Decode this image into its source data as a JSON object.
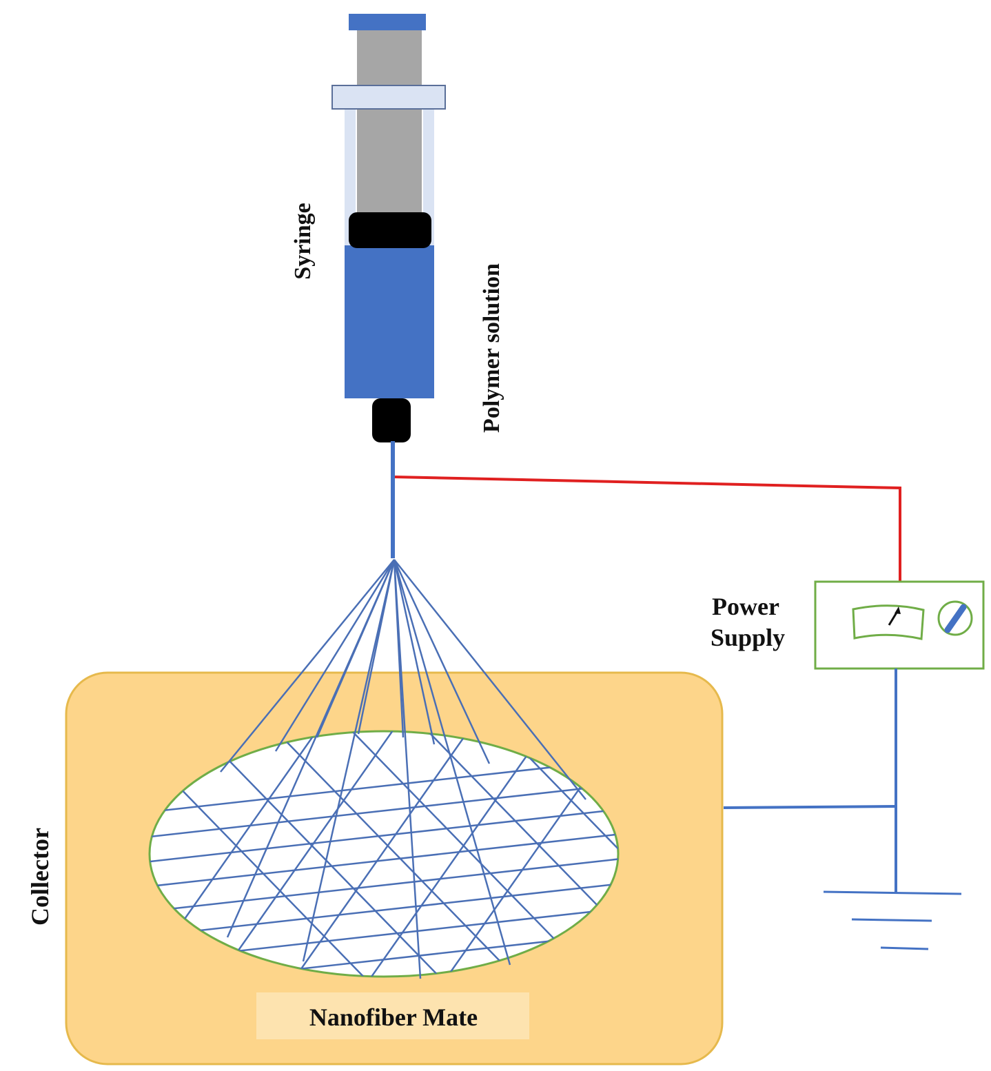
{
  "labels": {
    "syringe": "Syringe",
    "polymer_solution": "Polymer solution",
    "power_supply_line1": "Power",
    "power_supply_line2": "Supply",
    "collector": "Collector",
    "nanofiber_mat": "Nanofiber Mate"
  },
  "colors": {
    "plunger_cap": "#4472c4",
    "plunger_rod": "#a6a6a6",
    "barrel_outline": "#dae3f3",
    "stopper": "#000000",
    "polymer_solution": "#4472c4",
    "nozzle": "#000000",
    "high_voltage_wire": "#e02020",
    "ground_wire": "#4472c4",
    "power_supply_border": "#70ad47",
    "collector_fill": "#fdd58a",
    "collector_border": "#e6b94c",
    "mat_border": "#70ad47",
    "fiber": "#4a6fb5",
    "ground_symbol": "#4472c4"
  },
  "icons": {
    "meter": "analog-meter-icon",
    "knob": "voltage-knob-icon",
    "ground": "ground-symbol-icon"
  }
}
